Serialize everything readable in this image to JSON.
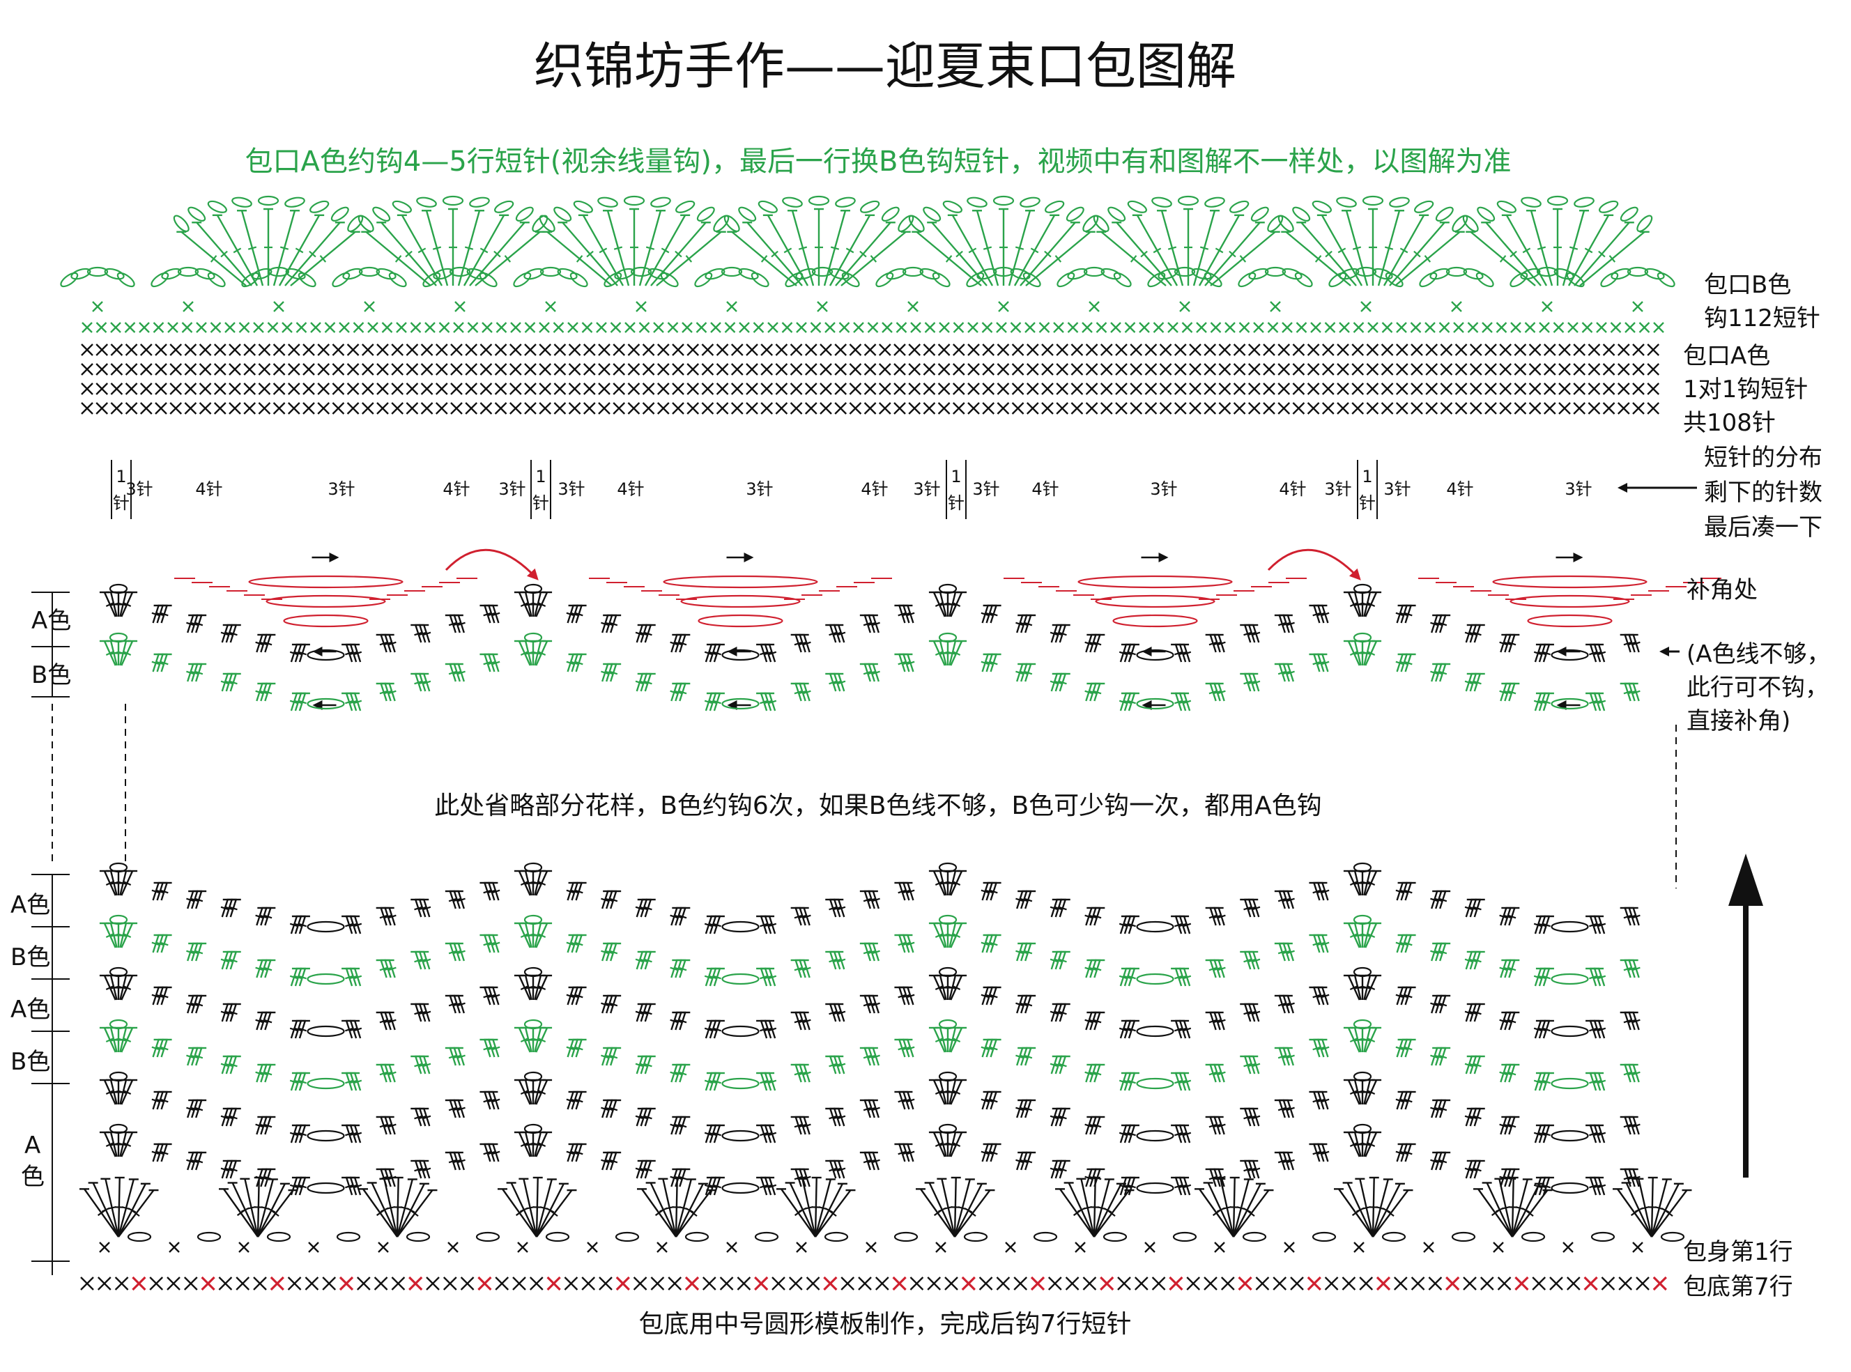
{
  "title": "织锦坊手作——迎夏束口包图解",
  "top_note": "包口A色约钩4—5行短针(视余线量钩)，最后一行换B色钩短针，视频中有和图解不一样处，以图解为准",
  "right_labels": {
    "b_color_row": [
      "包口B色",
      "钩112短针"
    ],
    "a_color_rows": [
      "包口A色",
      "1对1钩短针",
      "共108针"
    ],
    "distribution": [
      "短针的分布",
      "剩下的针数",
      "最后凑一下"
    ],
    "corner": "补角处",
    "corner_note": [
      "(A色线不够，",
      "此行可不钩，",
      "直接补角)"
    ],
    "body_row1": "包身第1行",
    "base_row7": "包底第7行"
  },
  "middle_note": "此处省略部分花样，B色约钩6次，如果B色线不够，B色可少钩一次，都用A色钩",
  "bottom_note": "包底用中号圆形模板制作，完成后钩7行短针",
  "distribution_labels": {
    "one_stitch": [
      "1",
      "针"
    ],
    "three": "3针",
    "four": "4针"
  },
  "left_labels": {
    "upper": [
      "A色",
      "B色"
    ],
    "lower": [
      "A色",
      "B色",
      "A色",
      "B色"
    ],
    "lower_a": [
      "A",
      "色"
    ]
  },
  "colors": {
    "green": "#2aa34a",
    "red": "#d0202f",
    "black": "#111111"
  },
  "icons": {
    "arrow_up": "up-arrow-icon",
    "arrow_left": "left-arrow-icon"
  }
}
